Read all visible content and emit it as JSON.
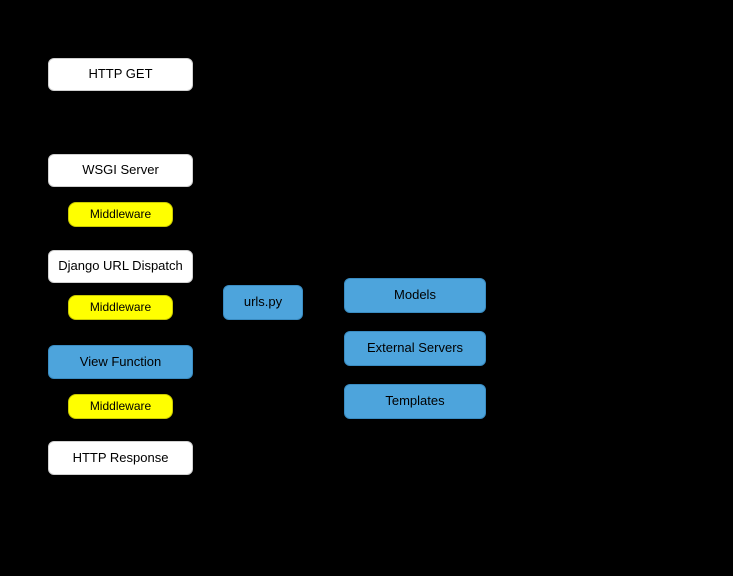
{
  "diagram": {
    "colors": {
      "background": "#000000",
      "white_box": "#ffffff",
      "yellow_box": "#ffff00",
      "blue_box": "#4da4dc",
      "text": "#000000"
    },
    "nodes": [
      {
        "id": "http-get",
        "label": "HTTP GET",
        "type": "white"
      },
      {
        "id": "wsgi-server",
        "label": "WSGI Server",
        "type": "white"
      },
      {
        "id": "middleware-1",
        "label": "Middleware",
        "type": "yellow"
      },
      {
        "id": "django-url-dispatch",
        "label": "Django URL Dispatch",
        "type": "white"
      },
      {
        "id": "middleware-2",
        "label": "Middleware",
        "type": "yellow"
      },
      {
        "id": "urls-py",
        "label": "urls.py",
        "type": "blue"
      },
      {
        "id": "models",
        "label": "Models",
        "type": "blue"
      },
      {
        "id": "view-function",
        "label": "View Function",
        "type": "blue"
      },
      {
        "id": "external-servers",
        "label": "External Servers",
        "type": "blue"
      },
      {
        "id": "middleware-3",
        "label": "Middleware",
        "type": "yellow"
      },
      {
        "id": "templates",
        "label": "Templates",
        "type": "blue"
      },
      {
        "id": "http-response",
        "label": "HTTP Response",
        "type": "white"
      }
    ]
  }
}
